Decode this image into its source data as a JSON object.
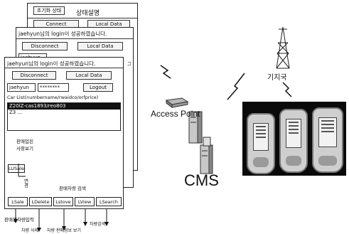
{
  "screens": {
    "back": {
      "tab_left": "초기화 상태",
      "tab_right": "상태설명",
      "connect": "Connect",
      "local_data": "Local Data"
    },
    "middle": {
      "status": "jaehyun님의 login이 성공하였습니다.",
      "disconnect": "Disconnect",
      "local_data": "Local Data",
      "user_field": "jaehyun",
      "side_note": "그런"
    },
    "front": {
      "status": "jaehyun님의 login이 성공하였습니다.",
      "disconnect": "Disconnect",
      "local_data": "Local Data",
      "user_field": "jaehyun",
      "password_field": "********",
      "logout": "Logout",
      "car_list_label": "Car List(numbername/rwaidco/orfprice)",
      "car_list": [
        "Z20lZ-cas1893/reo803",
        "Z3 ..."
      ],
      "annot_left_1": "판매업된",
      "annot_left_2": "사항보기",
      "lusale": "LUSale",
      "annot_mid": "판매차량 검색",
      "annot_vertical": "변경",
      "toolbar": [
        "LSale",
        "LDelete",
        "Lstove",
        "LView",
        "LSearch"
      ]
    }
  },
  "bottom_labels": [
    "판매된차량입력",
    "차량 삭제",
    "차량 판매정보 보기",
    "차량검색"
  ],
  "labels": {
    "access_point": "Access Point",
    "cms": "CMS",
    "base_station": "기지국"
  }
}
